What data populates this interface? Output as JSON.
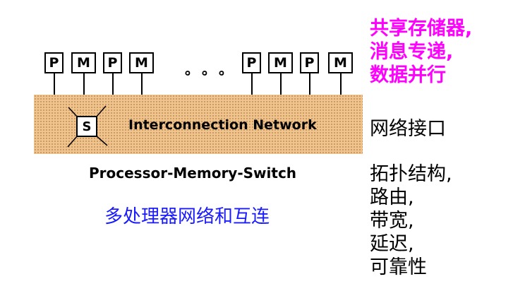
{
  "nodes": {
    "left": [
      "P",
      "M",
      "P",
      "M"
    ],
    "ellipsis": "。。。",
    "right": [
      "P",
      "M",
      "P",
      "M"
    ]
  },
  "network": {
    "switch_label": "S",
    "label": "Interconnection Network",
    "fill_color": "#f0c48e"
  },
  "caption": "Processor-Memory-Switch",
  "subtitle_cn": "多处理器网络和互连",
  "side_topics": {
    "highlight": [
      "共享存储器,",
      "消息专递,",
      "数据并行"
    ],
    "interface": "网络接口",
    "properties": [
      "拓扑结构,",
      "路由,",
      "带宽,",
      "延迟,",
      "可靠性"
    ]
  },
  "colors": {
    "highlight": "#ff00ff",
    "subtitle": "#1a1aff"
  }
}
